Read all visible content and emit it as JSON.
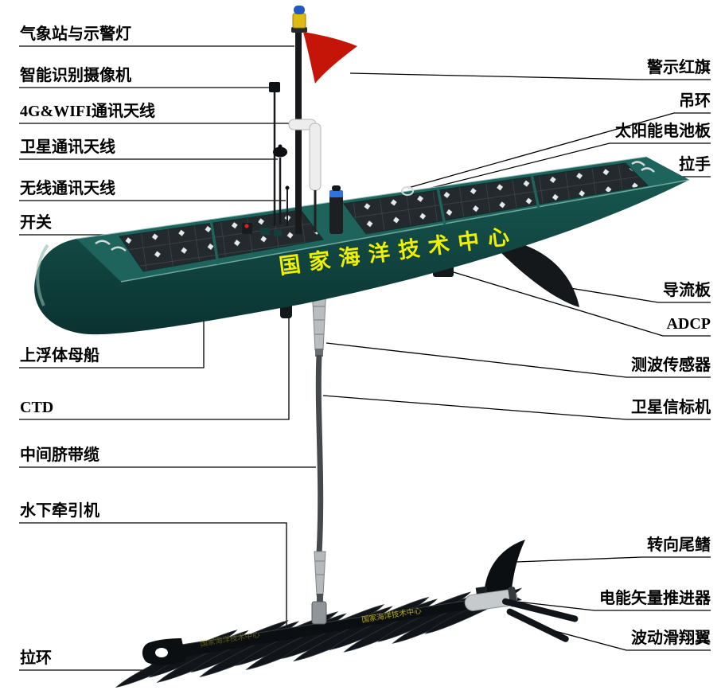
{
  "hull_text": "国 家 海 洋 技 术 中 心",
  "glider_text": "国家海洋技术中心",
  "labels": {
    "left": [
      {
        "id": "weather-station-light",
        "text": "气象站与示警灯"
      },
      {
        "id": "smart-camera",
        "text": "智能识别摄像机"
      },
      {
        "id": "antenna-4g-wifi",
        "text": "4G&WIFI通讯天线"
      },
      {
        "id": "antenna-satellite",
        "text": "卫星通讯天线"
      },
      {
        "id": "antenna-wireless",
        "text": "无线通讯天线"
      },
      {
        "id": "power-switch",
        "text": "开关"
      },
      {
        "id": "surface-mothership",
        "text": "上浮体母船"
      },
      {
        "id": "ctd",
        "text": "CTD"
      },
      {
        "id": "umbilical-cable",
        "text": "中间脐带缆"
      },
      {
        "id": "underwater-tug",
        "text": "水下牵引机"
      },
      {
        "id": "pull-ring",
        "text": "拉环"
      }
    ],
    "right": [
      {
        "id": "warning-red-flag",
        "text": "警示红旗"
      },
      {
        "id": "lifting-ring",
        "text": "吊环"
      },
      {
        "id": "solar-panel",
        "text": "太阳能电池板"
      },
      {
        "id": "handle",
        "text": "拉手"
      },
      {
        "id": "deflector-plate",
        "text": "导流板"
      },
      {
        "id": "adcp",
        "text": "ADCP"
      },
      {
        "id": "wave-sensor",
        "text": "测波传感器"
      },
      {
        "id": "satellite-beacon",
        "text": "卫星信标机"
      },
      {
        "id": "steering-tail-fin",
        "text": "转向尾鳍"
      },
      {
        "id": "electric-vector-thruster",
        "text": "电能矢量推进器"
      },
      {
        "id": "wave-glide-wing",
        "text": "波动滑翔翼"
      }
    ]
  },
  "colors": {
    "hull_teal": "#14504c",
    "hull_dark": "#0a3230",
    "deck_teal": "#1e635c",
    "solar_panel": "#23292c",
    "flag_red": "#c51408",
    "beacon_yellow": "#e0ba14",
    "beacon_blue": "#2257c4",
    "cable_gray": "#45494c",
    "glider_black": "#0d1013",
    "hull_text_yellow": "#eef000",
    "callout_line": "#000000"
  }
}
